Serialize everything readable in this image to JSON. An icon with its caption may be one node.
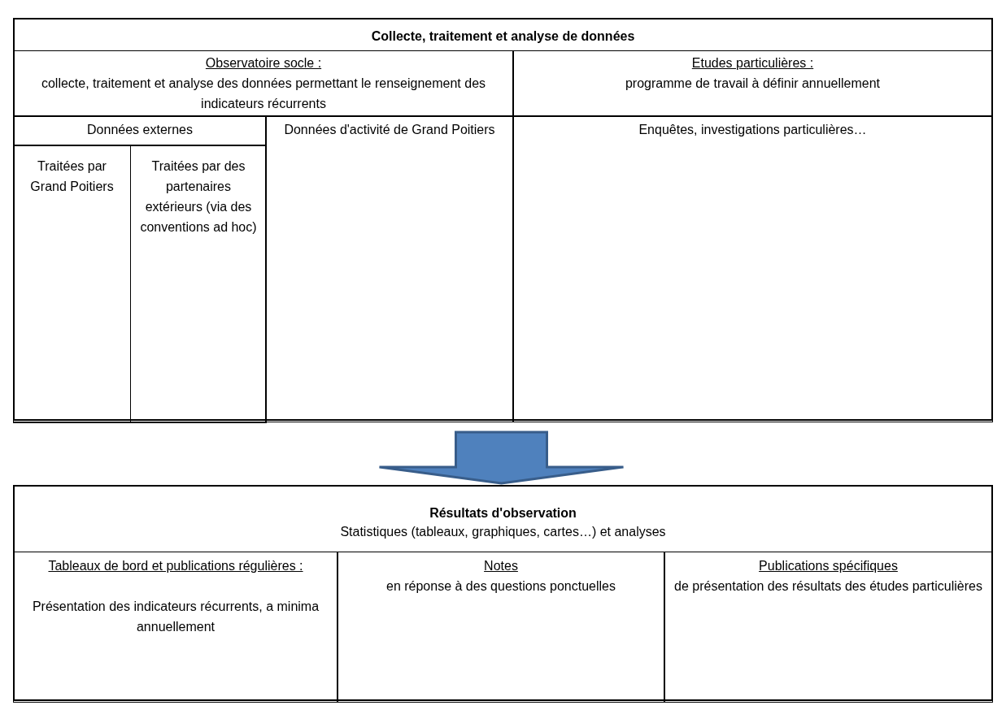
{
  "diagram": {
    "nodes": [
      {
        "text": [
          "Collecte, traitement et analyse de données"
        ]
      },
      {
        "text": [
          "Observatoire socle :",
          "collecte, traitement et analyse des données permettant le renseignement des indicateurs récurrents"
        ],
        "in": 0
      },
      {
        "text": [
          "Etudes particulières :",
          "programme de travail à définir annuellement"
        ],
        "in": 0
      },
      {
        "text": [
          "Données externes"
        ],
        "in": 0
      },
      {
        "text": [
          "Traitées par Grand Poitiers"
        ],
        "in": 3
      },
      {
        "text": [
          "Traitées par des partenaires extérieurs (via des conventions ad hoc)"
        ],
        "in": 3
      },
      {
        "text": [
          "Données d'activité de Grand Poitiers"
        ],
        "in": 0
      },
      {
        "text": [
          "Enquêtes, investigations particulières…"
        ],
        "in": 0
      },
      {
        "text": [
          "Résultats d'observation",
          "Statistiques (tableaux, graphiques, cartes…) et analyses"
        ]
      },
      {
        "text": [
          "Tableaux de bord et publications régulières :",
          "Présentation des indicateurs récurrents, a minima annuellement"
        ],
        "in": 8
      },
      {
        "text": [
          "Notes",
          "en réponse à des questions ponctuelles"
        ],
        "in": 8
      },
      {
        "text": [
          "Publications spécifiques",
          "de présentation des résultats des études particulières"
        ],
        "in": 8
      }
    ],
    "edges": [
      {
        "from": 0,
        "to": 8,
        "arrow": "to",
        "style": "thick",
        "color": "#4f81bd"
      }
    ]
  }
}
